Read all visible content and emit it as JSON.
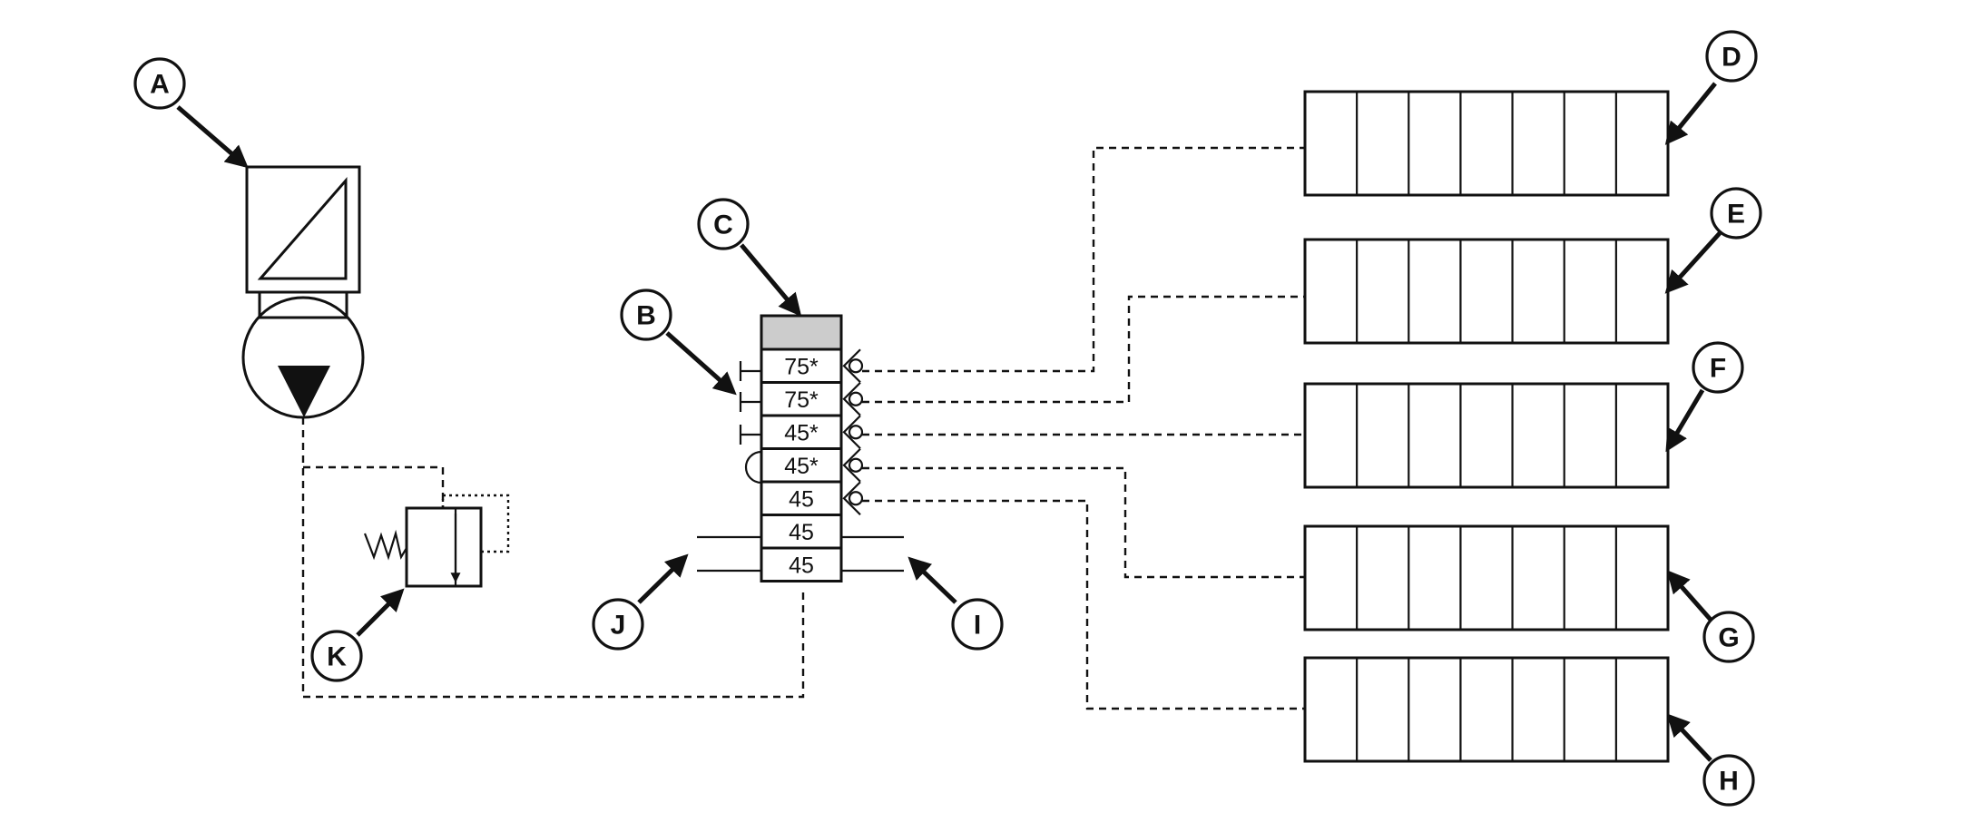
{
  "colors": {
    "line": "#111111",
    "cap_fill": "#cccccc",
    "background": "#ffffff"
  },
  "callouts": {
    "a": "A",
    "b": "B",
    "c": "C",
    "d": "D",
    "e": "E",
    "f": "F",
    "g": "G",
    "h": "H",
    "i": "I",
    "j": "J",
    "k": "K"
  },
  "valve_stack": {
    "sections": [
      "75*",
      "75*",
      "45*",
      "45*",
      "45",
      "45",
      "45"
    ]
  },
  "cylinders": {
    "count": 5,
    "segments_each": 7
  }
}
